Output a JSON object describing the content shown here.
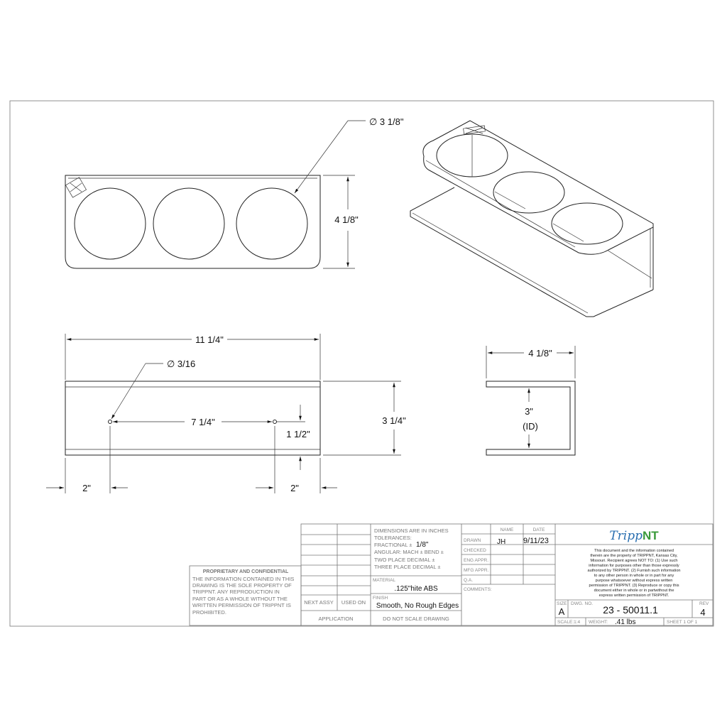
{
  "views": {
    "top": {
      "hole_diameter": "∅ 3 1/8\"",
      "height": "4 1/8\""
    },
    "front": {
      "length": "11 1/4\"",
      "hole_diameter": "∅ 3/16",
      "hole_spacing": "7 1/4\"",
      "hole_height": "1 1/2\"",
      "height": "3 1/4\"",
      "left_offset": "2\"",
      "right_offset": "2\""
    },
    "side": {
      "depth": "4 1/8\"",
      "inner_height": "3\"",
      "inner_height_note": "(ID)"
    }
  },
  "proprietary": {
    "title": "PROPRIETARY AND CONFIDENTIAL",
    "lines": [
      "THE INFORMATION CONTAINED IN THIS",
      "DRAWING IS THE SOLE PROPERTY OF",
      "TRIPPNT.  ANY REPRODUCTION IN",
      "PART OR AS A WHOLE WITHOUT THE",
      "WRITTEN PERMISSION OF TRIPPNT IS",
      "PROHIBITED."
    ]
  },
  "title_block": {
    "next_assy": "NEXT ASSY",
    "used_on": "USED ON",
    "application": "APPLICATION",
    "tolerances": {
      "line1": "DIMENSIONS ARE IN INCHES",
      "line2": "TOLERANCES:",
      "fractional_label": "FRACTIONAL ±",
      "fractional_value": "1/8\"",
      "angular": "ANGULAR: MACH ±     BEND ±",
      "two_place": "TWO PLACE DECIMAL    ±",
      "three_place": "THREE PLACE DECIMAL  ±"
    },
    "material_label": "MATERIAL",
    "material": ".125\"hite ABS",
    "finish_label": "FINISH",
    "finish": "Smooth, No Rough Edges",
    "do_not_scale": "DO  NOT  SCALE  DRAWING",
    "name_header": "NAME",
    "date_header": "DATE",
    "drawn_label": "DRAWN",
    "drawn_name": "JH",
    "drawn_date": "9/11/23",
    "checked_label": "CHECKED",
    "eng_appr_label": "ENG APPR.",
    "mfg_appr_label": "MFG APPR.",
    "qa_label": "Q.A.",
    "comments_label": "COMMENTS:",
    "logo": "TrippNT",
    "logo_parts": [
      "Tripp",
      "NT"
    ],
    "logo_colors": [
      "#2a6fb0",
      "#3a9a3a"
    ],
    "disclaimer": [
      "This document and the information contained",
      "therein are the property of TRIPPNT, Kansas City,",
      "Missouri. Recipient agrees NOT TO: (1) Use such",
      "information for purposes other than those expressly",
      "authorized by TRIPPNT. (2) Furnish such information",
      "to any other person in whole or in part for any",
      "purpose whatsoever without express  written",
      "permission of TRIPPNT. (3) Reproduce or copy this",
      "document either in whole or in partwithout the",
      "express written permission of TRIPPNT."
    ],
    "size_label": "SIZE",
    "size": "A",
    "dwg_no_label": "DWG.  NO.",
    "dwg_no": "23 - 50011.1",
    "rev_label": "REV",
    "rev": "4",
    "scale_label": "SCALE:1:4",
    "weight_label": "WEIGHT:",
    "weight": ".41 lbs",
    "sheet": "SHEET 1 OF 1"
  }
}
